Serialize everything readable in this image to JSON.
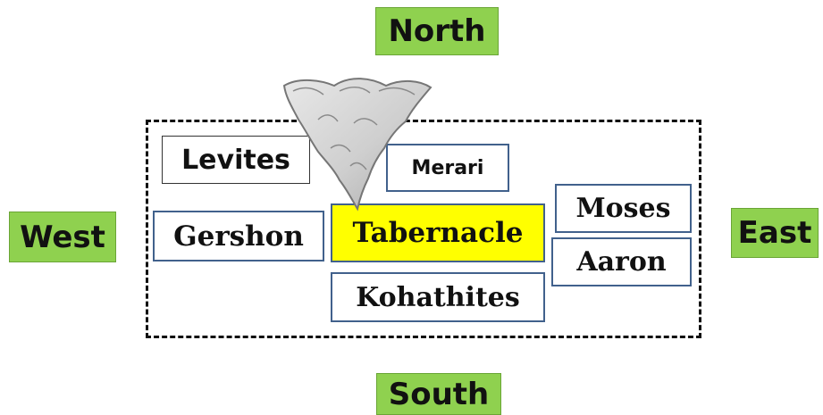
{
  "directions": {
    "north": "North",
    "west": "West",
    "east": "East",
    "south": "South"
  },
  "camp": {
    "levites": "Levites",
    "merari": "Merari",
    "gershon": "Gershon",
    "tabernacle": "Tabernacle",
    "moses": "Moses",
    "aaron": "Aaron",
    "kohathites": "Kohathites"
  },
  "colors": {
    "direction_fill": "#8fd14f",
    "tabernacle_fill": "#ffff00",
    "box_border": "#41618c",
    "cloud": "#cfcfcf"
  },
  "icons": {
    "cloud": "pillar-of-cloud-icon"
  }
}
